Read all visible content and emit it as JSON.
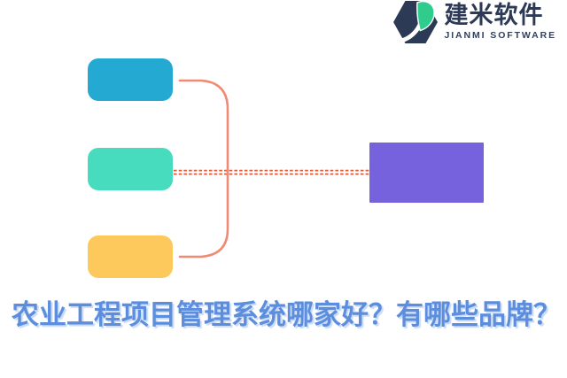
{
  "logo": {
    "brand_name": "建米软件",
    "brand_subtitle": "JIANMI SOFTWARE",
    "colors": {
      "navy": "#2d3a55",
      "green": "#2fcc8e",
      "subtitle": "#33415c",
      "swoosh": "#ffffff"
    }
  },
  "diagram": {
    "left_nodes": [
      {
        "id": "node-top",
        "color": "#23a9d2"
      },
      {
        "id": "node-middle",
        "color": "#48dcbf"
      },
      {
        "id": "node-bottom",
        "color": "#fdc95c"
      }
    ],
    "right_node": {
      "color": "#7562dc"
    },
    "connector_color": "#f08a72",
    "dashed_color": "#dc5a36"
  },
  "headline": {
    "text": "农业工程项目管理系统哪家好？有哪些品牌？",
    "color": "#5c8edd"
  }
}
